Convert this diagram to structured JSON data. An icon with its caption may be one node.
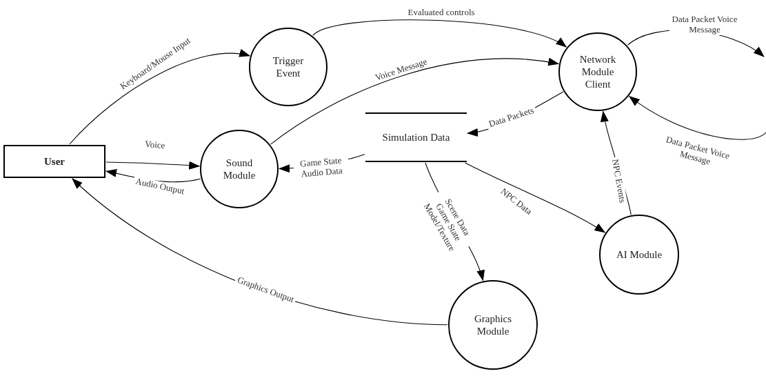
{
  "diagram": {
    "nodes": [
      {
        "text": [
          "User"
        ]
      },
      {
        "text": [
          "Trigger Event"
        ]
      },
      {
        "text": [
          "Sound Module"
        ]
      },
      {
        "text": [
          "Simulation Data"
        ]
      },
      {
        "text": [
          "Network Module Client"
        ]
      },
      {
        "text": [
          "AI Module"
        ]
      },
      {
        "text": [
          "Graphics Module"
        ]
      }
    ],
    "edges": [
      {
        "from": 0,
        "to": 1,
        "arrow": "to",
        "label": "Keyboard/Mouse Input"
      },
      {
        "from": 1,
        "to": 4,
        "arrow": "to",
        "label": "Evaluated controls"
      },
      {
        "from": 2,
        "to": 4,
        "arrow": "to",
        "label": "Voice Message"
      },
      {
        "from": 0,
        "to": 2,
        "arrow": "to",
        "label": "Voice"
      },
      {
        "from": 2,
        "to": 0,
        "arrow": "to",
        "label": "Audio Output"
      },
      {
        "from": 3,
        "to": 2,
        "arrow": "to",
        "label": "Game State Audio Data"
      },
      {
        "from": 4,
        "to": 3,
        "arrow": "to",
        "label": "Data Packets"
      },
      {
        "from": 3,
        "to": 6,
        "arrow": "to",
        "label": "Scene Data Game State Model/Texture"
      },
      {
        "from": 3,
        "to": 5,
        "arrow": "to",
        "label": "NPC Data"
      },
      {
        "from": 5,
        "to": 4,
        "arrow": "to",
        "label": "NPC Events"
      },
      {
        "from": 6,
        "to": 0,
        "arrow": "to",
        "label": "Graphics Output"
      },
      {
        "from": 4,
        "to": null,
        "arrow": "to",
        "label": "Data Packet Voice Message"
      },
      {
        "from": null,
        "to": 4,
        "arrow": "to",
        "label": "Data Packet Voice Message"
      }
    ]
  }
}
